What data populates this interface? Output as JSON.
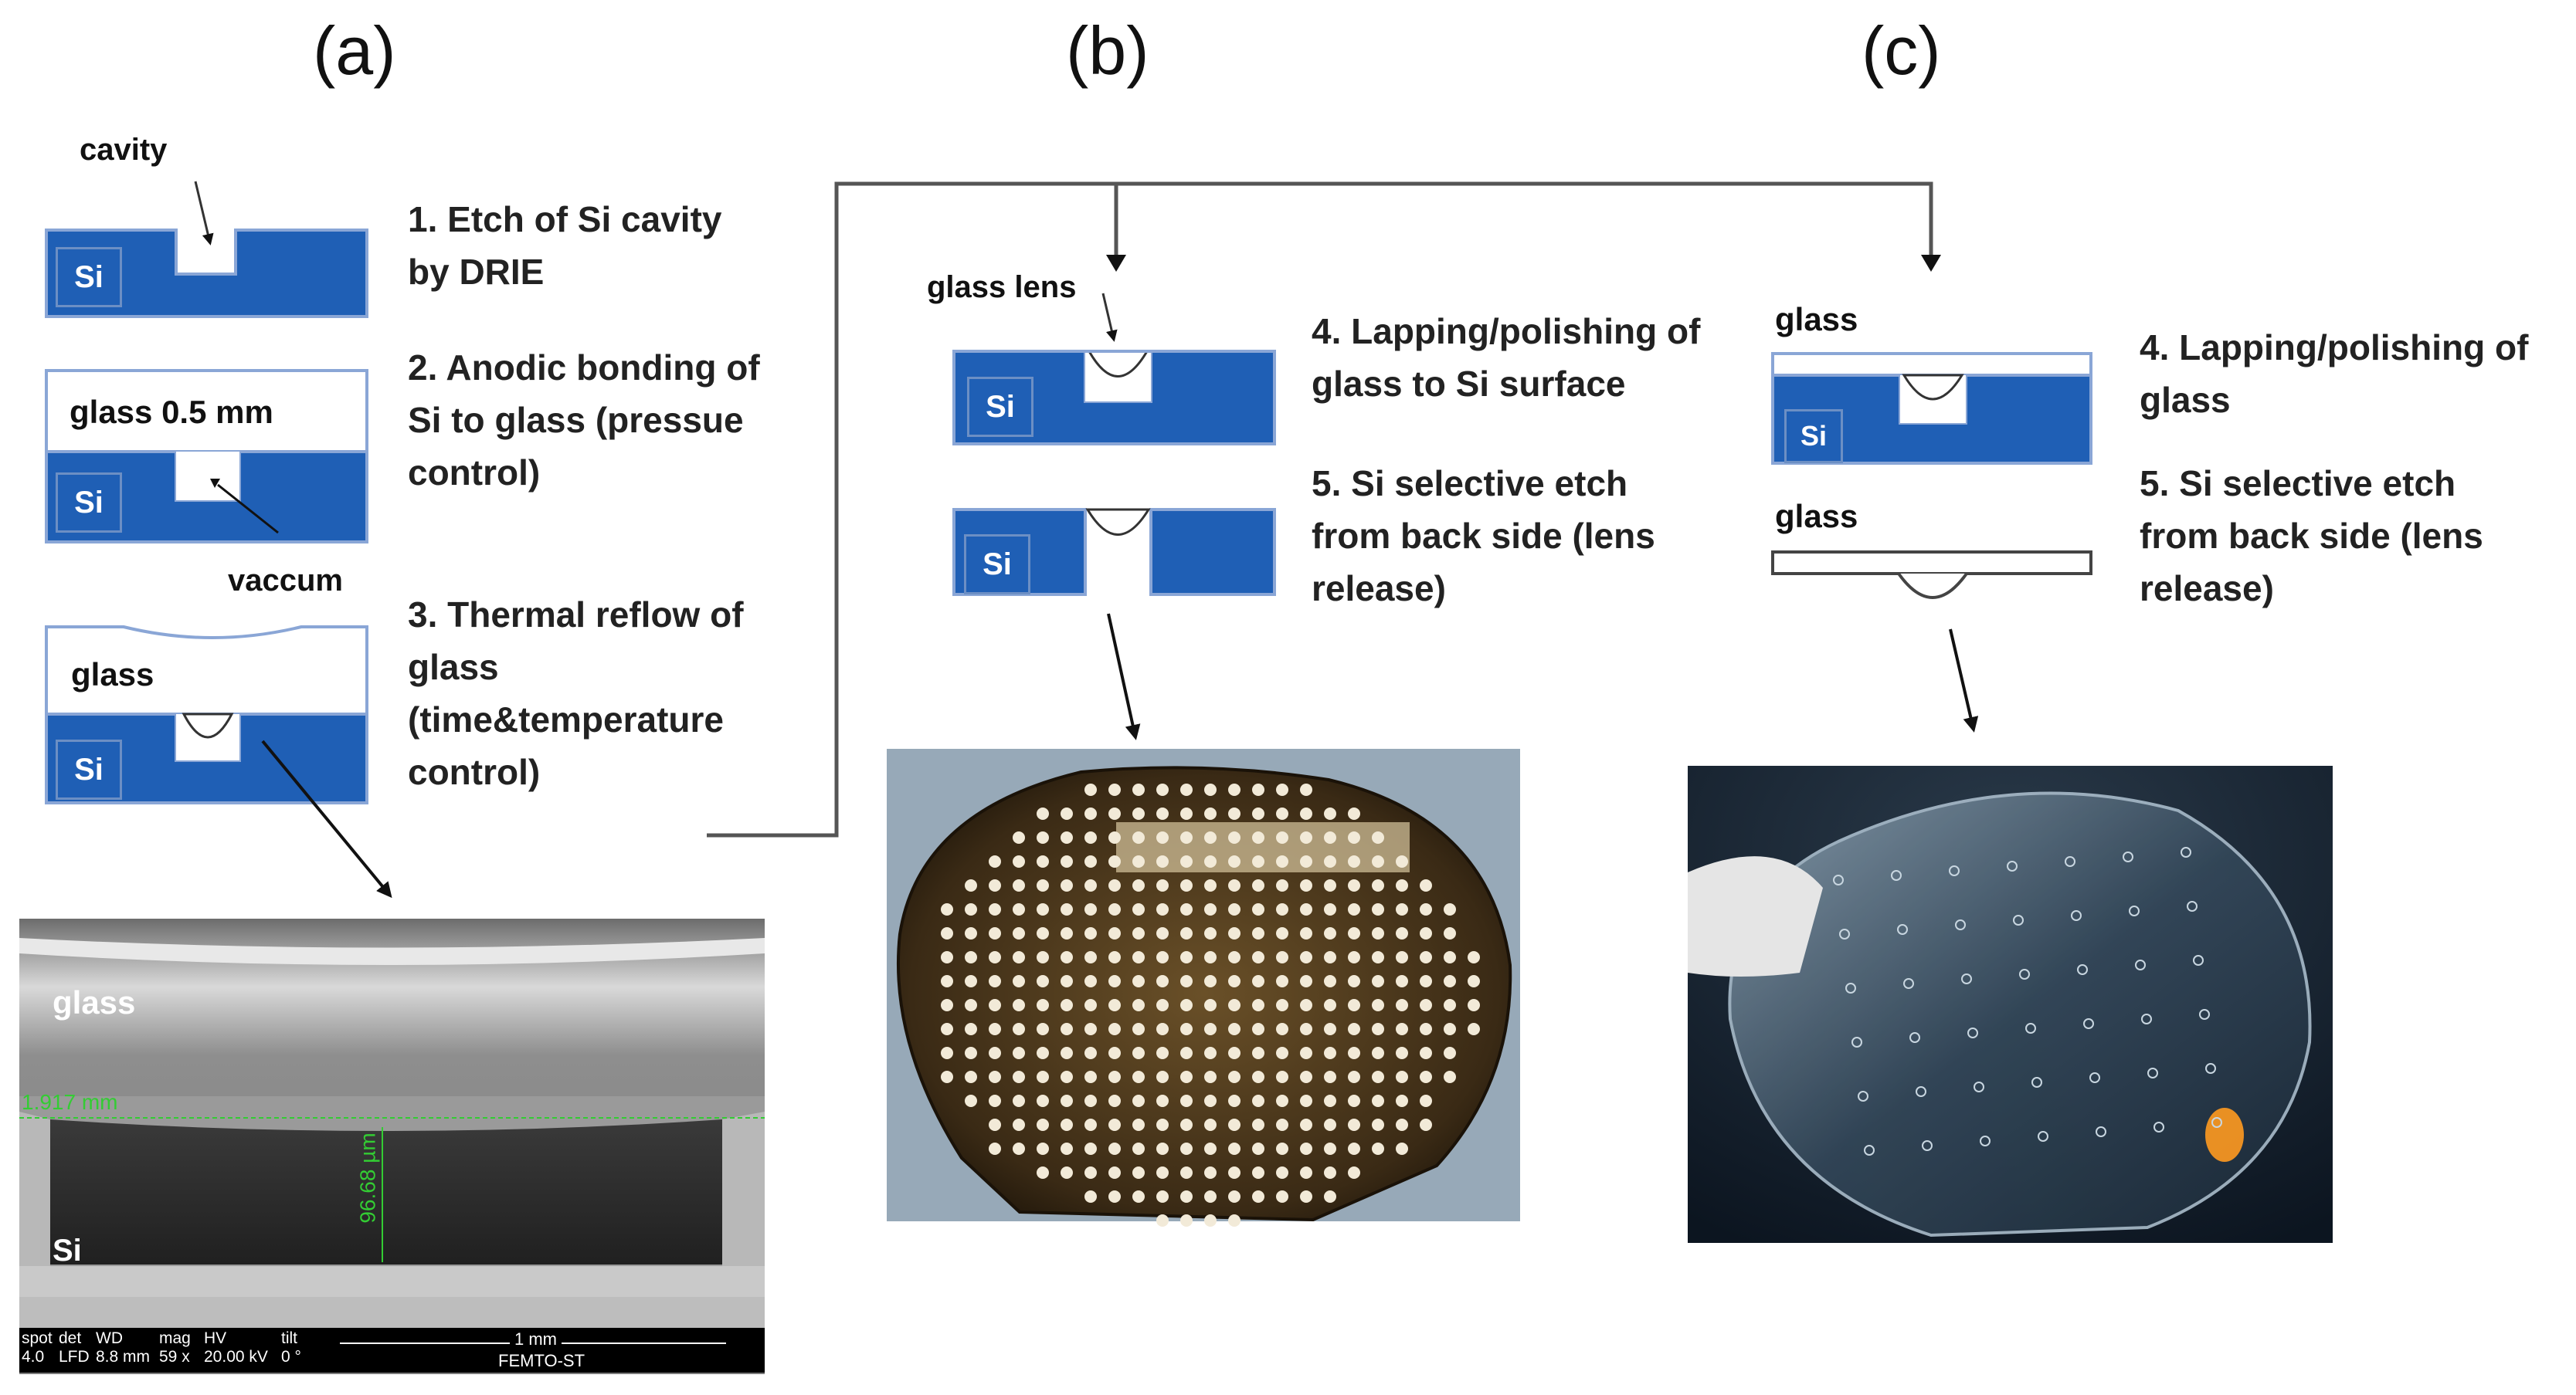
{
  "panels": {
    "a": "(a)",
    "b": "(b)",
    "c": "(c)"
  },
  "labels": {
    "cavity": "cavity",
    "si": "Si",
    "glass_half_mm": "glass 0.5 mm",
    "vaccum": "vaccum",
    "glass": "glass",
    "glass_lens": "glass lens"
  },
  "steps_a": [
    [
      "1. Etch of Si cavity",
      "by DRIE"
    ],
    [
      "2. Anodic bonding of",
      "Si to glass (pressue",
      "control)"
    ],
    [
      "3. Thermal reflow of",
      "glass",
      "(time&temperature",
      "control)"
    ]
  ],
  "steps_b": [
    [
      "4. Lapping/polishing  of",
      "glass to Si surface"
    ],
    [
      "5. Si selective etch",
      "from back side (lens",
      "release)"
    ]
  ],
  "steps_c": [
    [
      "4. Lapping/polishing  of",
      "glass"
    ],
    [
      "5. Si selective etch",
      "from back side (lens",
      "release)"
    ]
  ],
  "sem": {
    "glass": "glass",
    "si": "Si",
    "width_measure": "1.917 mm",
    "depth_measure": "96.68 µm",
    "info_headers": [
      "spot",
      "det",
      "WD",
      "mag",
      "HV",
      "tilt"
    ],
    "info_values": [
      "4.0",
      "LFD",
      "8.8 mm",
      "59 x",
      "20.00 kV",
      "0 °"
    ],
    "scale_label": "1 mm",
    "lab": "FEMTO-ST"
  },
  "colors": {
    "silicon": "#1f5fb5",
    "silicon_label_box": "#2f8fd8",
    "measure_green": "#33cc33",
    "line": "#555555"
  }
}
